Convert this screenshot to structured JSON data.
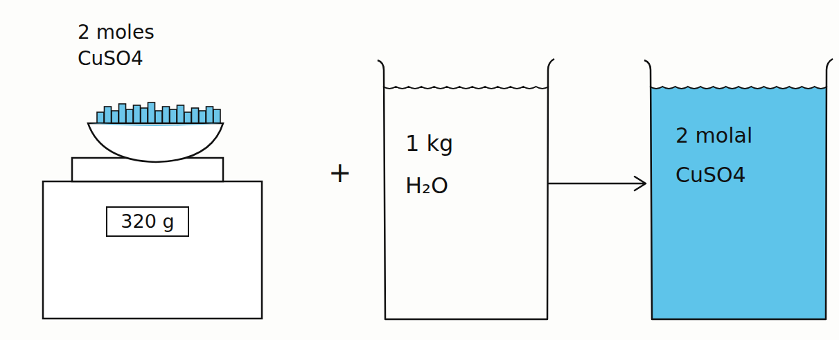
{
  "diagram": {
    "nodes": [
      {
        "text": [
          "320 g"
        ]
      },
      {
        "text": [
          "1 kg H₂O"
        ]
      },
      {
        "text": [
          "2 molal CuSO4"
        ]
      }
    ],
    "edges": [
      {
        "from": 1,
        "to": 2,
        "arrow": "to"
      }
    ],
    "labels": [
      "2 moles CuSO4",
      "+"
    ]
  }
}
